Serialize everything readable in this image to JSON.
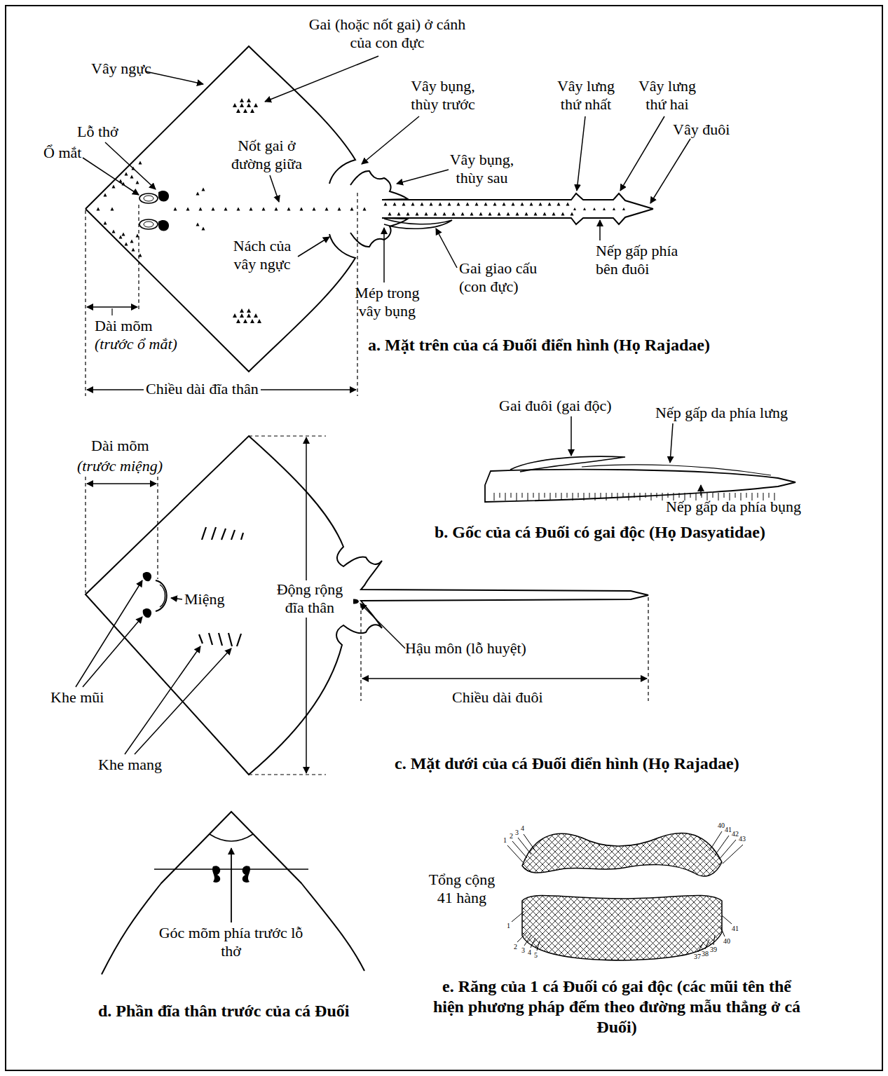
{
  "diagram": {
    "labels": [
      "Gai (hoặc nốt gai) ở cánh của con đực",
      "Vây ngực",
      "Lỗ thở",
      "Ổ mắt",
      "Nốt gai ở đường giữa",
      "Vây bụng, thùy trước",
      "Vây lưng thứ nhất",
      "Vây lưng thứ hai",
      "Vây đuôi",
      "Vây bụng, thùy sau",
      "Nách của vây ngực",
      "Nếp gấp phía bên đuôi",
      "Gai giao cấu (con đực)",
      "Mép trong vây bụng",
      "Dài mõm",
      "(trước ổ mắt)",
      "Chiều dài đĩa thân",
      "a. Mặt trên của cá Đuối điển hình (Họ Rajadae)",
      "Gai đuôi (gai độc)",
      "Nếp gấp da phía lưng",
      "Nếp gấp da phía bụng",
      "b. Gốc của cá Đuối có gai độc (Họ Dasyatidae)",
      "Dài mõm",
      "(trước miệng)",
      "Miệng",
      "Động rộng đĩa thân",
      "Hậu môn (lỗ huyệt)",
      "Khe mũi",
      "Chiều dài đuôi",
      "Khe mang",
      "c. Mặt dưới của cá Đuối điển hình (Họ Rajadae)",
      "Góc mõm phía trước lỗ thở",
      "d. Phần đĩa thân trước của cá Đuối",
      "Tổng cộng 41 hàng",
      "1",
      "2",
      "3",
      "4",
      "40",
      "41",
      "42",
      "43",
      "1",
      "2",
      "3",
      "4",
      "5",
      "37",
      "38",
      "39",
      "40",
      "41",
      "e. Răng của 1 cá Đuối có gai độc (các mũi tên thể hiện phương pháp đếm theo đường mẫu thẳng ở cá Đuối)"
    ]
  }
}
